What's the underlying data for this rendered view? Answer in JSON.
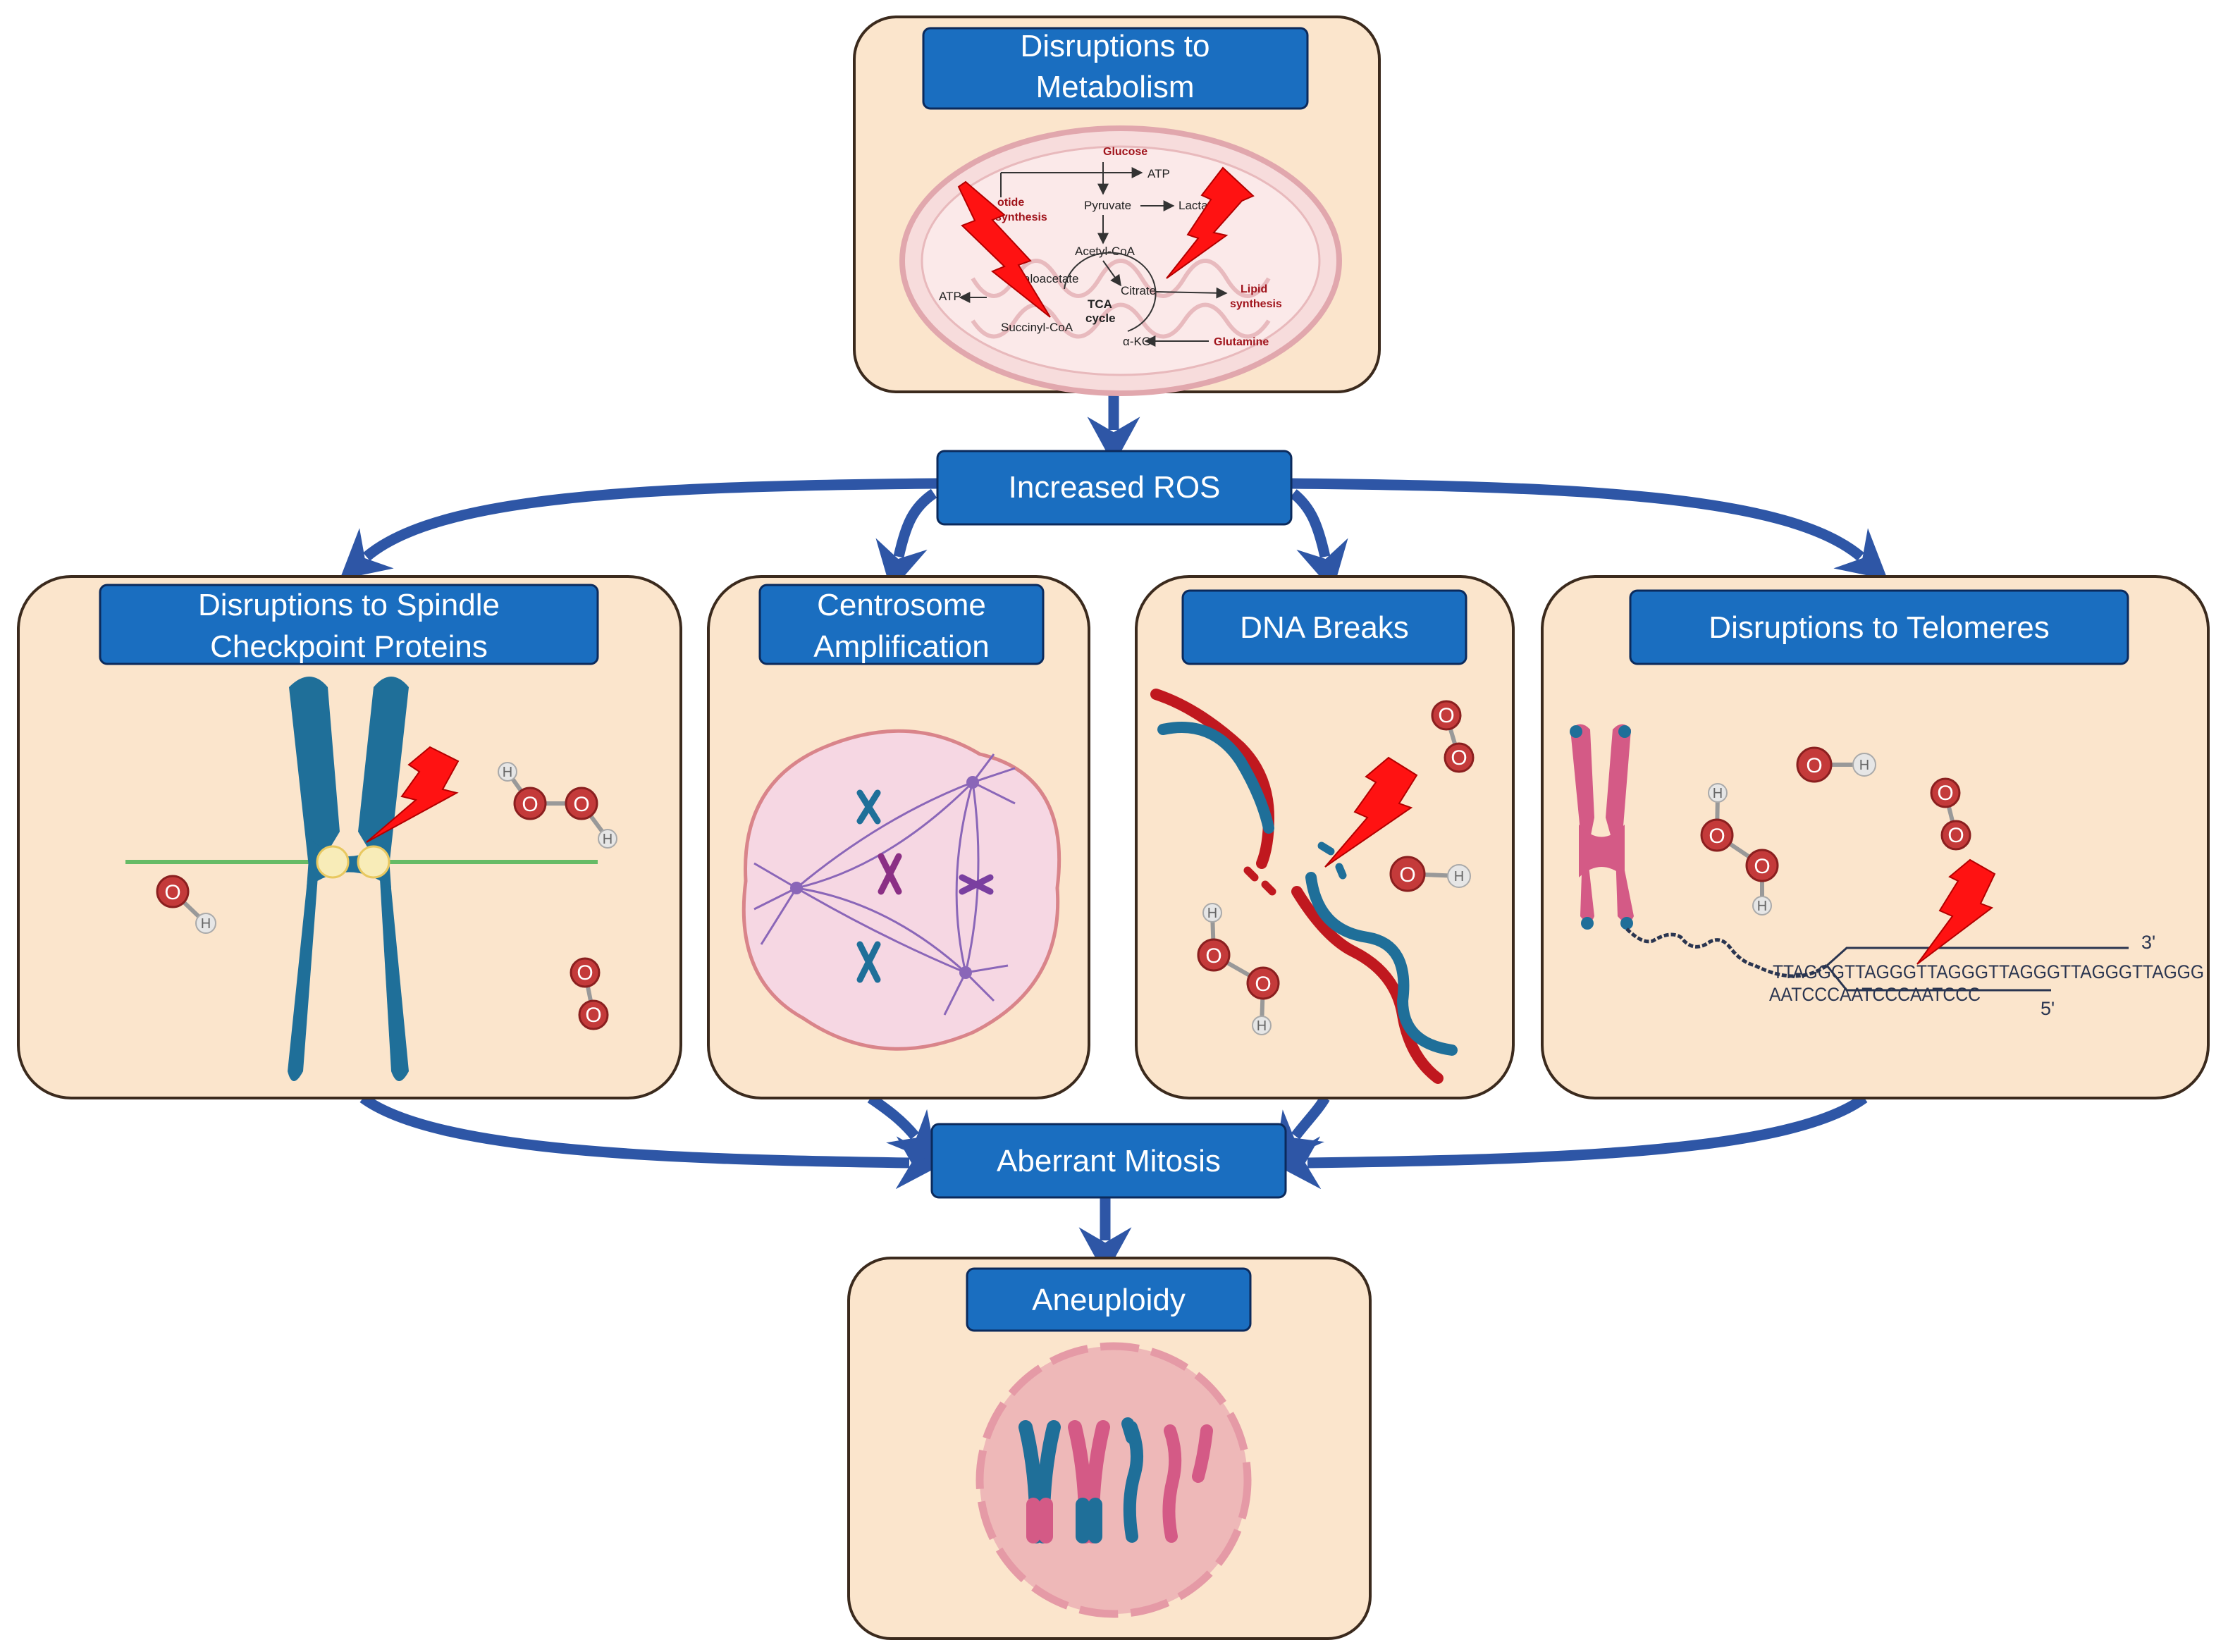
{
  "labels": {
    "metabolism_line1": "Disruptions to",
    "metabolism_line2": "Metabolism",
    "ros": "Increased ROS",
    "spindle_line1": "Disruptions to Spindle",
    "spindle_line2": "Checkpoint Proteins",
    "centrosome_line1": "Centrosome",
    "centrosome_line2": "Amplification",
    "dna": "DNA Breaks",
    "telomeres": "Disruptions to Telomeres",
    "mitosis": "Aberrant Mitosis",
    "aneuploidy": "Aneuploidy"
  },
  "metabolism_detail": {
    "glucose": "Glucose",
    "atp_top": "ATP",
    "nucleotide_1": "otide",
    "nucleotide_2": "synthesis",
    "pyruvate": "Pyruvate",
    "lactate": "Lacta",
    "acetyl_coa": "Acetyl-CoA",
    "oxaloacetate": "aloacetate",
    "citrate": "Citrate",
    "lipid_1": "Lipid",
    "lipid_2": "synthesis",
    "atp_left": "ATP",
    "tca_1": "TCA",
    "tca_2": "cycle",
    "succinyl": "Succinyl-CoA",
    "akg": "α-KG",
    "glutamine": "Glutamine"
  },
  "telomere_detail": {
    "strand_top": "TTAGGGTTAGGGTTAGGGTTAGGGTTAGGGTTAGGG",
    "strand_bottom": "AATCCCAATCCCAATCCC",
    "end_3": "3'",
    "end_5": "5'"
  },
  "molecule_labels": {
    "oxygen": "O",
    "hydrogen": "H"
  },
  "colors": {
    "panel_fill": "#fbe5cc",
    "panel_stroke": "#3b2a1d",
    "header_fill": "#1a6ec0",
    "header_stroke": "#0b2a5c",
    "arrow": "#2e56a6",
    "bolt": "#ff1212",
    "chromosome_blue": "#1f6f99",
    "chromosome_pink": "#d45a86",
    "dna_red": "#c0181f",
    "dna_blue": "#1f6f99",
    "cell_fill": "#f4c6c6",
    "spindle_purple": "#8a66b8",
    "spindle_green": "#66bb66"
  }
}
